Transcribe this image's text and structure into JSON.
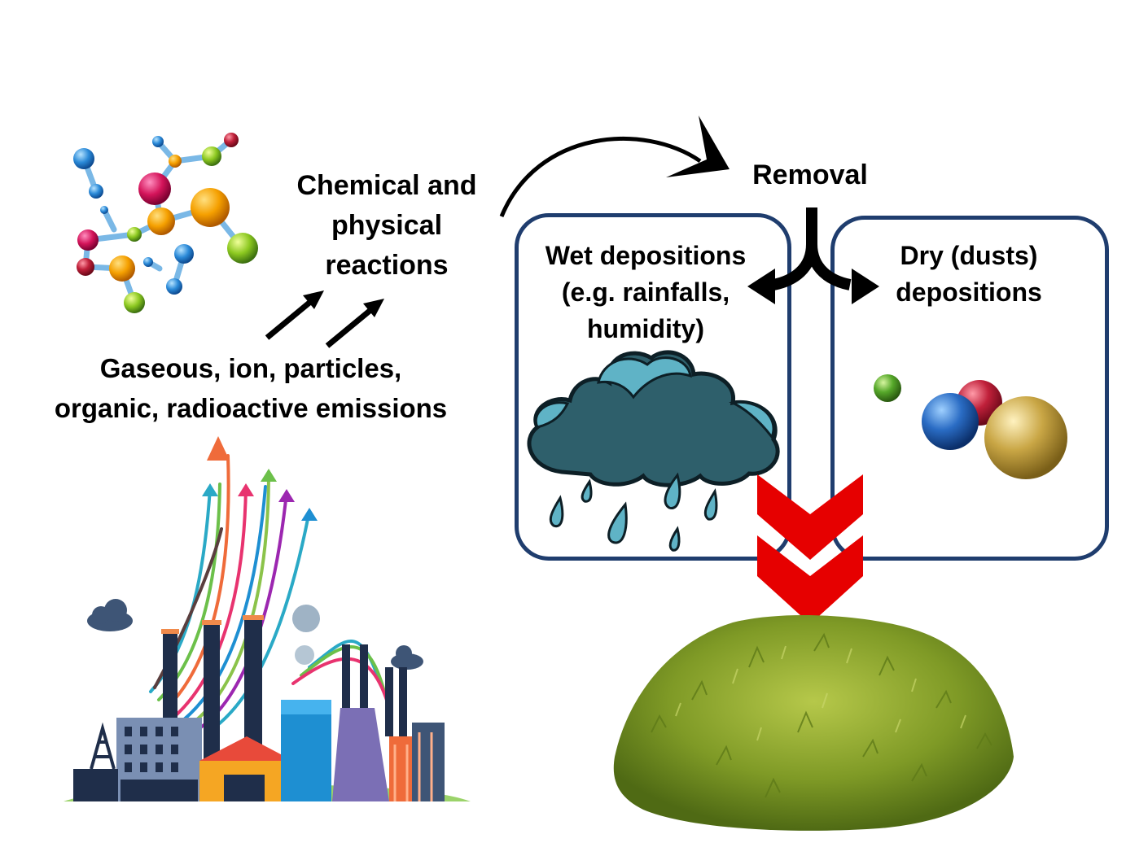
{
  "labels": {
    "reactions": [
      "Chemical and",
      "physical",
      "reactions"
    ],
    "emissions": [
      "Gaseous, ion, particles,",
      "organic, radioactive emissions"
    ],
    "removal": "Removal",
    "wet": [
      "Wet depositions",
      "(e.g. rainfalls,",
      "humidity)"
    ],
    "dry": [
      "Dry (dusts)",
      "depositions"
    ]
  },
  "colors": {
    "box_border": "#1f3d6e",
    "arrow": "#000000",
    "chevron": "#e60000",
    "cloud": "#2e5f6b",
    "cloud_light": "#5fb3c6",
    "rain": "#4aa6c0",
    "moss": "#7a9a2a"
  },
  "icons": {
    "molecule": "molecule-cluster-icon",
    "factory": "industrial-factory-icon",
    "cloud": "rain-cloud-icon",
    "particles": "dust-particles-icon",
    "moss": "moss-clump-image"
  }
}
